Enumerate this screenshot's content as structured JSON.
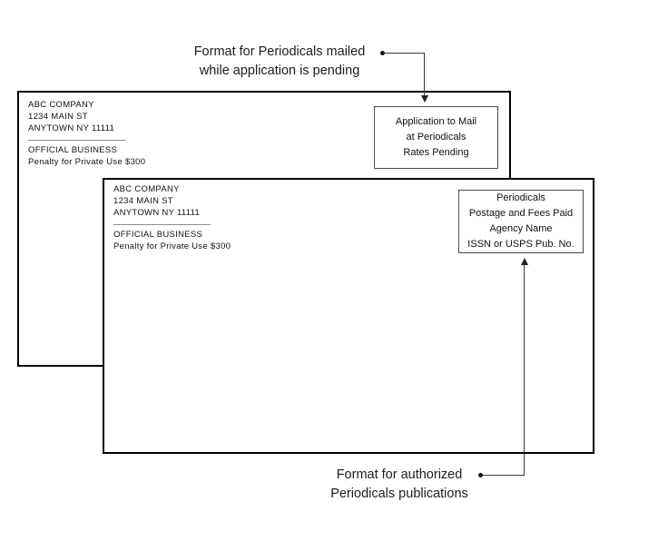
{
  "diagram": {
    "top_caption": {
      "line1": "Format for Periodicals mailed",
      "line2": "while application is pending"
    },
    "bottom_caption": {
      "line1": "Format for authorized",
      "line2": "Periodicals publications"
    },
    "return_address": {
      "company": "ABC COMPANY",
      "street": "1234 MAIN ST",
      "city": "ANYTOWN NY 11111",
      "official": "OFFICIAL BUSINESS",
      "penalty": "Penalty for Private Use $300"
    },
    "pending_permit_box": {
      "line1": "Application to Mail",
      "line2": "at Periodicals",
      "line3": "Rates Pending"
    },
    "authorized_permit_box": {
      "line1": "Periodicals",
      "line2": "Postage and Fees Paid",
      "line3": "Agency Name",
      "line4": "ISSN or USPS Pub. No."
    },
    "colors": {
      "background": "#ffffff",
      "envelope_border": "#000000",
      "box_border": "#4a4a4a",
      "connector_line": "#3a3a3a",
      "text": "#1a1a1a"
    }
  }
}
